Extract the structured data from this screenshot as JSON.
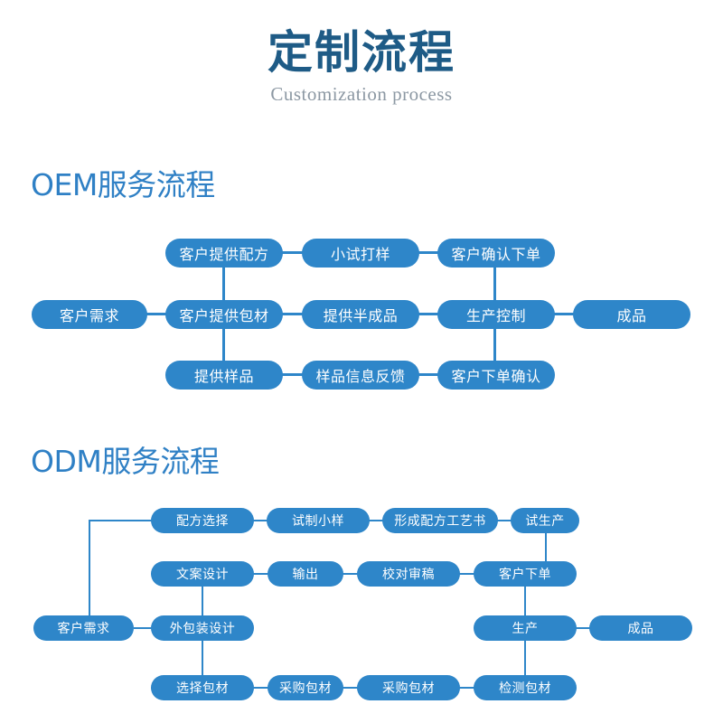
{
  "header": {
    "title": "定制流程",
    "subtitle": "Customization process"
  },
  "oem": {
    "title": "OEM服务流程",
    "nodes": {
      "customer_demand": "客户需求",
      "provide_formula": "客户提供配方",
      "small_trial": "小试打样",
      "confirm_order": "客户确认下单",
      "provide_packaging": "客户提供包材",
      "provide_semi": "提供半成品",
      "production_control": "生产控制",
      "finished_product": "成品",
      "provide_sample": "提供样品",
      "sample_feedback": "样品信息反馈",
      "order_confirm": "客户下单确认"
    }
  },
  "odm": {
    "title": "ODM服务流程",
    "nodes": {
      "customer_demand": "客户需求",
      "formula_select": "配方选择",
      "trial_sample": "试制小样",
      "formula_process": "形成配方工艺书",
      "trial_production": "试生产",
      "copy_design": "文案设计",
      "output": "输出",
      "proofread": "校对审稿",
      "customer_order": "客户下单",
      "packaging_design": "外包装设计",
      "production": "生产",
      "finished_product": "成品",
      "select_packaging": "选择包材",
      "purchase_packaging_1": "采购包材",
      "purchase_packaging_2": "采购包材",
      "inspect_packaging": "检测包材"
    }
  }
}
